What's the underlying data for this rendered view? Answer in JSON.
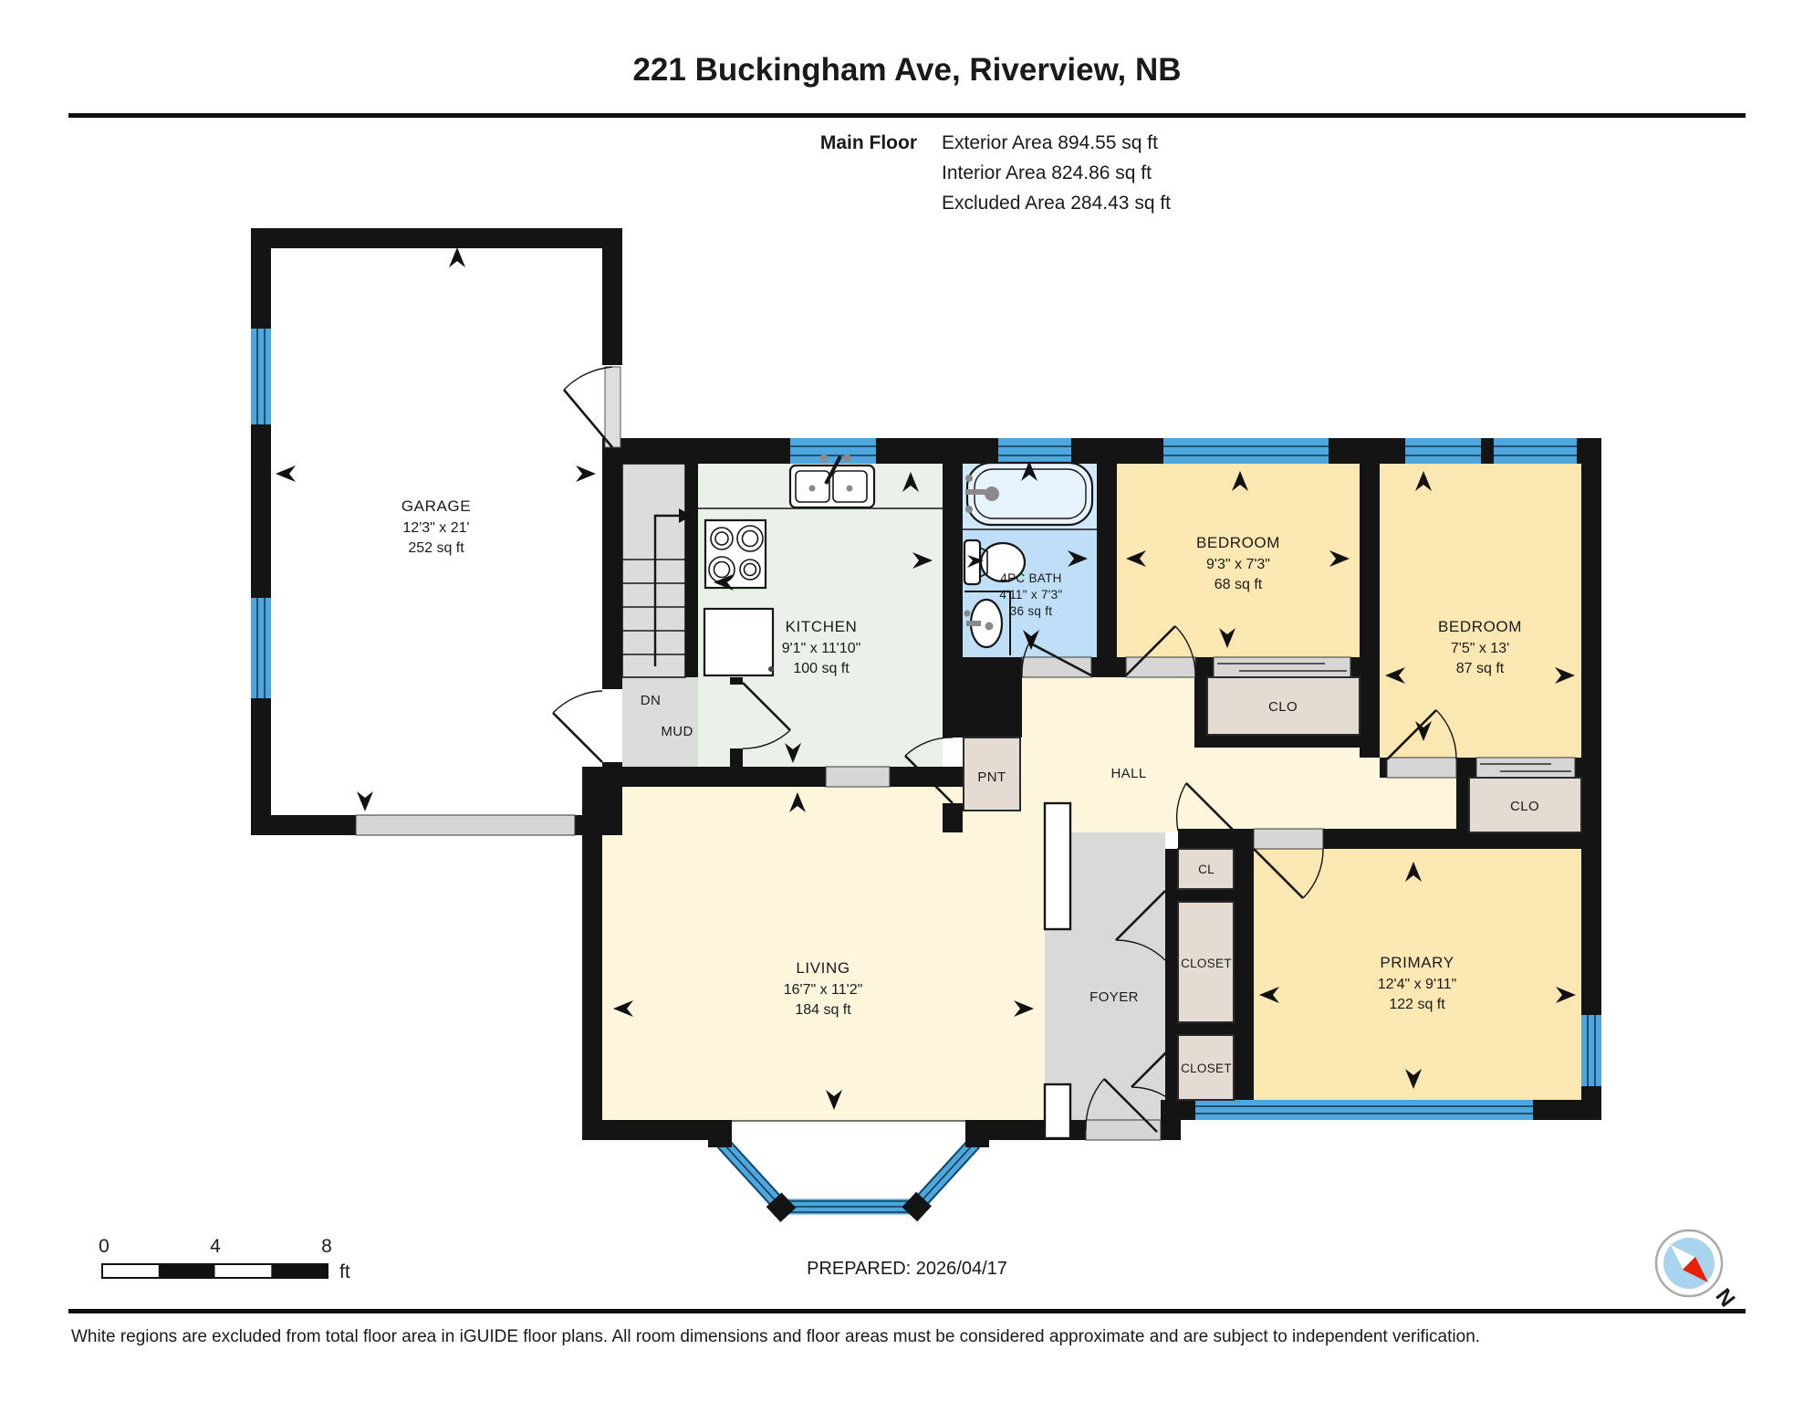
{
  "header": {
    "title": "221 Buckingham Ave, Riverview, NB",
    "floor_label": "Main Floor",
    "stats": [
      "Exterior Area 894.55 sq ft",
      "Interior Area 824.86 sq ft",
      "Excluded Area 284.43 sq ft"
    ]
  },
  "rooms": {
    "garage": {
      "name": "GARAGE",
      "dims": "12'3\" x 21'",
      "area": "252 sq ft"
    },
    "kitchen": {
      "name": "KITCHEN",
      "dims": "9'1\" x 11'10\"",
      "area": "100 sq ft"
    },
    "bath": {
      "name": "4PC BATH",
      "dims": "4'11\" x 7'3\"",
      "area": "36 sq ft"
    },
    "bedroom1": {
      "name": "BEDROOM",
      "dims": "9'3\" x 7'3\"",
      "area": "68 sq ft"
    },
    "bedroom2": {
      "name": "BEDROOM",
      "dims": "7'5\" x 13'",
      "area": "87 sq ft"
    },
    "living": {
      "name": "LIVING",
      "dims": "16'7\" x 11'2\"",
      "area": "184 sq ft"
    },
    "primary": {
      "name": "PRIMARY",
      "dims": "12'4\" x 9'11\"",
      "area": "122 sq ft"
    },
    "hall": {
      "name": "HALL"
    },
    "foyer": {
      "name": "FOYER"
    },
    "mud": {
      "name": "MUD"
    },
    "stairs": {
      "name": "DN"
    },
    "pantry": {
      "name": "PNT"
    },
    "cl": {
      "name": "CL"
    },
    "closet_a": {
      "name": "CLOSET"
    },
    "closet_b": {
      "name": "CLOSET"
    },
    "clo_a": {
      "name": "CLO"
    },
    "clo_b": {
      "name": "CLO"
    }
  },
  "scale_bar": {
    "ticks": [
      "0",
      "4",
      "8"
    ],
    "unit": "ft"
  },
  "prepared": "PREPARED: 2026/04/17",
  "disclaimer": "White regions are excluded from total floor area in iGUIDE floor plans. All room dimensions and floor areas must be considered approximate and are subject to independent verification.",
  "compass": {
    "north_label": "N"
  },
  "colors": {
    "wall": "#141414",
    "window_blue": "#4da6dd",
    "bath_blue": "#bfdff7",
    "tub_band_blue": "#cfe9fb",
    "bedroom_yellow": "#fbe7b2",
    "cream": "#fdf5dc",
    "kitchen_green": "#e9f1e9",
    "closet_beige": "#e4dcd2",
    "floor_gray": "#dcdcdc",
    "compass_red": "#e8210a",
    "compass_inner": "#a8d4ef"
  }
}
